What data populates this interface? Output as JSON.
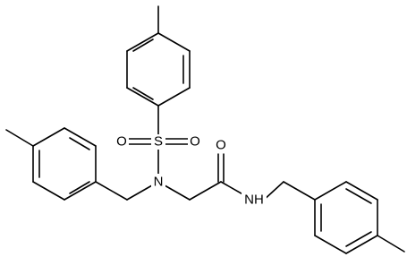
{
  "structure": {
    "atoms": {
      "sulfur": "S",
      "sulfonyl_oxygen_left": "O",
      "sulfonyl_oxygen_right": "O",
      "sulfonamide_nitrogen": "N",
      "carbonyl_oxygen": "O",
      "amide_nh": "NH"
    }
  }
}
